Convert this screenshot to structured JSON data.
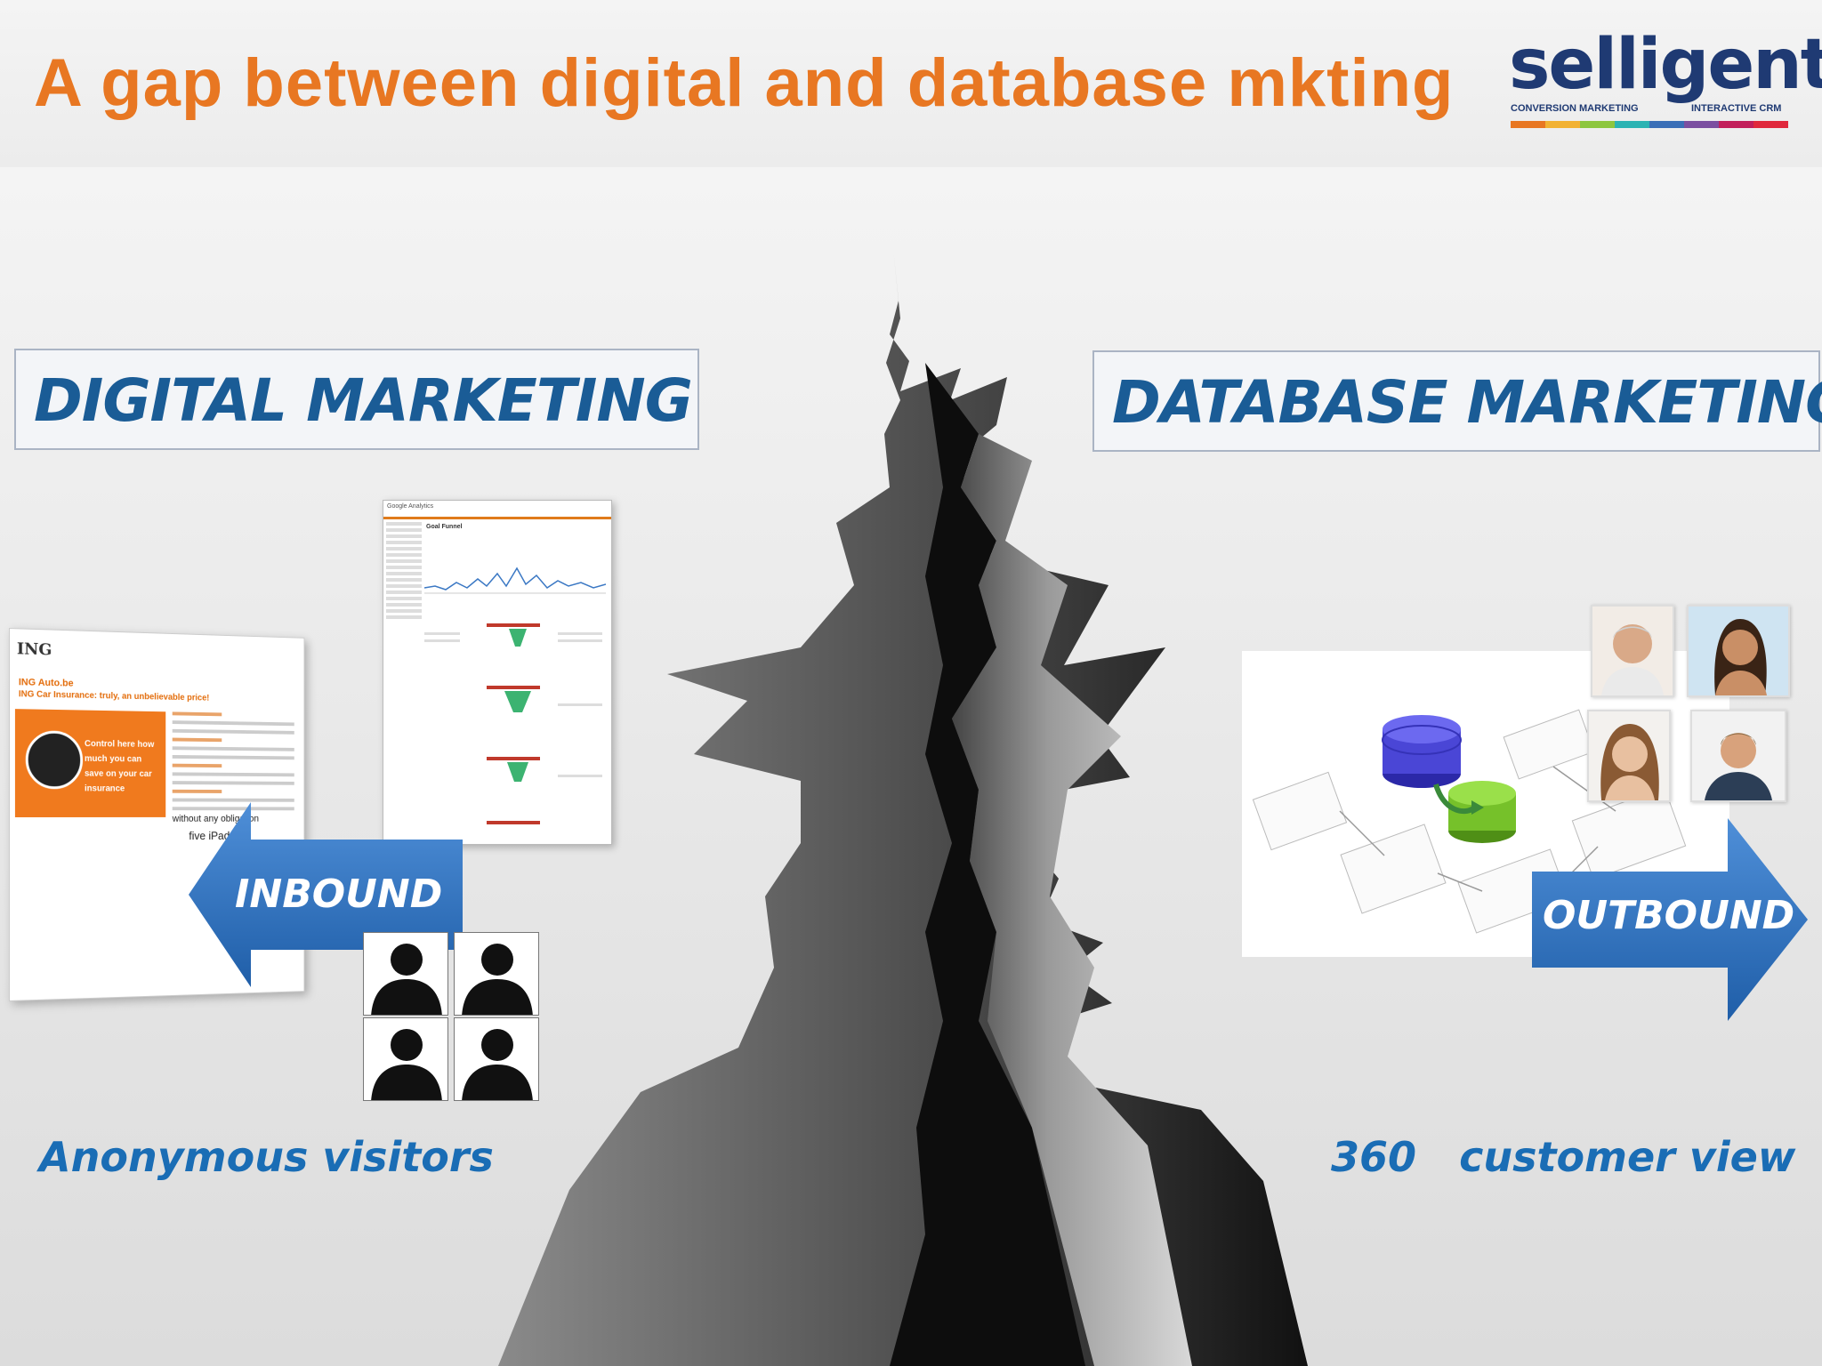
{
  "slide": {
    "title": "A gap between digital and database mkting"
  },
  "logo": {
    "word": "selligent",
    "tagline_left": "CONVERSION MARKETING",
    "tagline_right": "INTERACTIVE CRM",
    "bar_colors": [
      "#e87722",
      "#f2b233",
      "#8dc63f",
      "#2bb3b3",
      "#3a6fb7",
      "#7b4fa0",
      "#c21f5b",
      "#e0283c"
    ]
  },
  "left": {
    "heading": "DIGITAL MARKETING",
    "arrow_label": "INBOUND",
    "caption": "Anonymous visitors",
    "ing_screenshot": {
      "logo": "ING",
      "headline": "ING Auto.be",
      "subheadline": "ING Car Insurance: truly, an unbelievable price!",
      "panel_text": "Control here how much you can save on your car insurance",
      "promo_line1": "without any obligation",
      "promo_line2": "five iPads!\""
    },
    "ga_screenshot": {
      "brand": "Google Analytics",
      "title": "Goal Funnel"
    }
  },
  "right": {
    "heading": "DATABASE MARKETING",
    "arrow_label": "OUTBOUND",
    "caption": "360   customer view"
  },
  "colors": {
    "title_orange": "#e87722",
    "heading_blue": "#1a5c96",
    "caption_blue": "#1a6db5",
    "arrow_blue": "#2f6fbd",
    "logo_navy": "#1f3a73"
  },
  "icons": {
    "crack": "ground-crack-illustration",
    "arrow_left": "left-arrow-icon",
    "arrow_right": "right-arrow-icon",
    "person": "person-silhouette-icon",
    "database": "database-icon"
  }
}
